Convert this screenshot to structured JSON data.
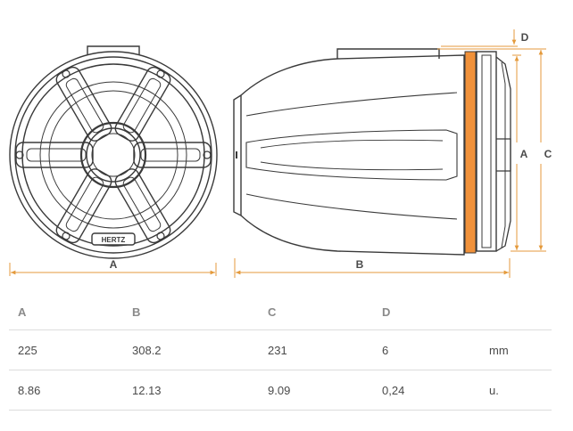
{
  "drawing": {
    "brand_logo": "HERTZ",
    "dimension_labels": {
      "a_front": "A",
      "b_side": "B",
      "a_side": "A",
      "c_side": "C",
      "d_top": "D"
    },
    "colors": {
      "line": "#3a3a3a",
      "dimension": "#e49a3c",
      "accent_ring": "#f0913a"
    }
  },
  "spec_table": {
    "headers": [
      "A",
      "B",
      "C",
      "D",
      ""
    ],
    "rows": [
      [
        "225",
        "308.2",
        "231",
        "6",
        "mm"
      ],
      [
        "8.86",
        "12.13",
        "9.09",
        "0,24",
        "u."
      ]
    ]
  }
}
